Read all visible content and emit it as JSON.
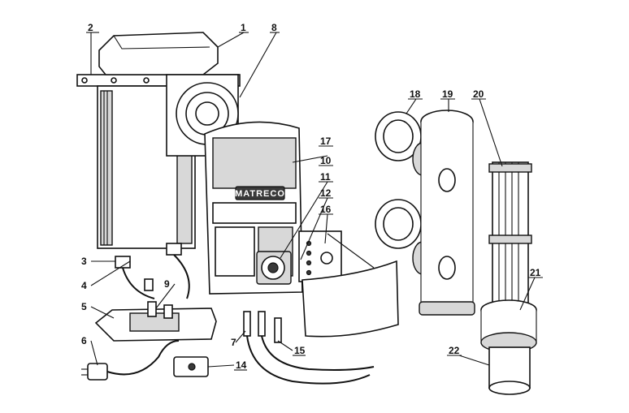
{
  "brand": "MATRECO",
  "labels": [
    {
      "id": "1",
      "text": "1"
    },
    {
      "id": "2",
      "text": "2"
    },
    {
      "id": "3",
      "text": "3"
    },
    {
      "id": "4",
      "text": "4"
    },
    {
      "id": "5",
      "text": "5"
    },
    {
      "id": "6",
      "text": "6"
    },
    {
      "id": "7",
      "text": "7"
    },
    {
      "id": "8",
      "text": "8"
    },
    {
      "id": "9",
      "text": "9"
    },
    {
      "id": "10",
      "text": "10"
    },
    {
      "id": "11",
      "text": "11"
    },
    {
      "id": "12",
      "text": "12"
    },
    {
      "id": "14",
      "text": "14"
    },
    {
      "id": "15",
      "text": "15"
    },
    {
      "id": "16",
      "text": "16"
    },
    {
      "id": "17",
      "text": "17"
    },
    {
      "id": "18",
      "text": "18"
    },
    {
      "id": "19",
      "text": "19"
    },
    {
      "id": "20",
      "text": "20"
    },
    {
      "id": "21",
      "text": "21"
    },
    {
      "id": "22",
      "text": "22"
    }
  ]
}
